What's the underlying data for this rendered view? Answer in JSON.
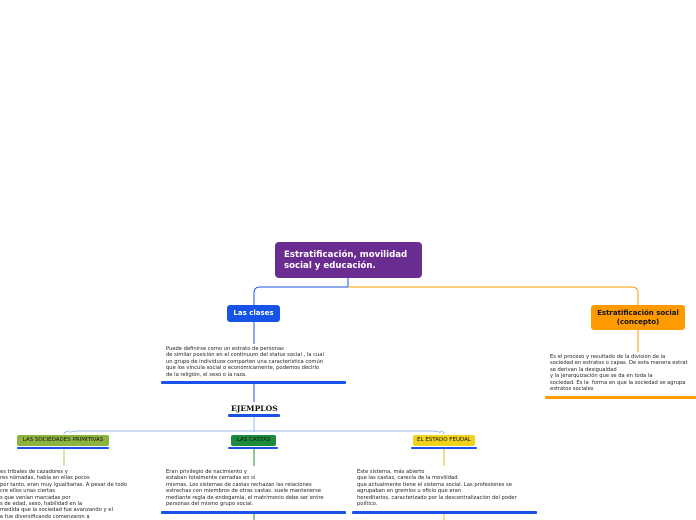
{
  "root": {
    "title_line1": "Estratificación, movilidad",
    "title_line2": "social y  educación."
  },
  "clases": {
    "label": "Las clases",
    "definition": "Puede definirse como un estrato de personas\nde similar posición en el continuum del status social , la cual\nun grupo de individuos comparten una característica común\nque los vincula social o económicamente, podemos decirlo\nde la religión, el sexo o la raza."
  },
  "concepto": {
    "label_line1": "Estratificación social",
    "label_line2": "(concepto)",
    "definition": "Es el proceso y resultado de la división de la\nsociedad en estratos o capas. De esta manera estrat\nse derivan la desigualdad\ny la jerarquización que se da en toda la\nsociedad. Es la  forma en que la sociedad se agrupa\nestratos sociales"
  },
  "ejemplos": {
    "label": "EJEMPLOS"
  },
  "examples": {
    "primitivas": {
      "label": "LAS SOCIEDADES PRIMITIVAS",
      "text": "es tribales de cazadores y\nres nómadas, había en ellas pocos\npor tanto, eran muy igualitarias. A pesar de todo\ncre ellos unas ciertas\ns que venían marcadas por\ns de edad, sexo, habilidad en la\nmedida que la sociedad fue avanzando y el\ne fue diversificando comenzaron a"
    },
    "castas": {
      "label": "LAS CASTAS",
      "text": "Eran privilegio de nacimiento y\nestaban totalmente cerradas en sí\nmismas. Los sistemas de castas rechazan las relaciones\nestrechas con miembros de otras castas. suele mantenerse\nmediante regla de endogamia, el matrimonio debe ser entre\npersonas del mismo grupo social."
    },
    "feudal": {
      "label": "EL ESTADO FEUDAL",
      "text": "Este sistema, más abierto\nque las castas, carecía de la movilidad\nque actualmente tiene el sistema social. Las profesiones se\nagrupaban en gremios u oficio que eran\nhereditarios, caracterizado por la descentralización del poder\npolítico."
    }
  },
  "colors": {
    "root": "#6a2c91",
    "clases": "#1653e6",
    "concepto": "#ff9a00",
    "primitivas": "#8db33f",
    "castas": "#1e8a3c",
    "feudal": "#f2d21b"
  }
}
